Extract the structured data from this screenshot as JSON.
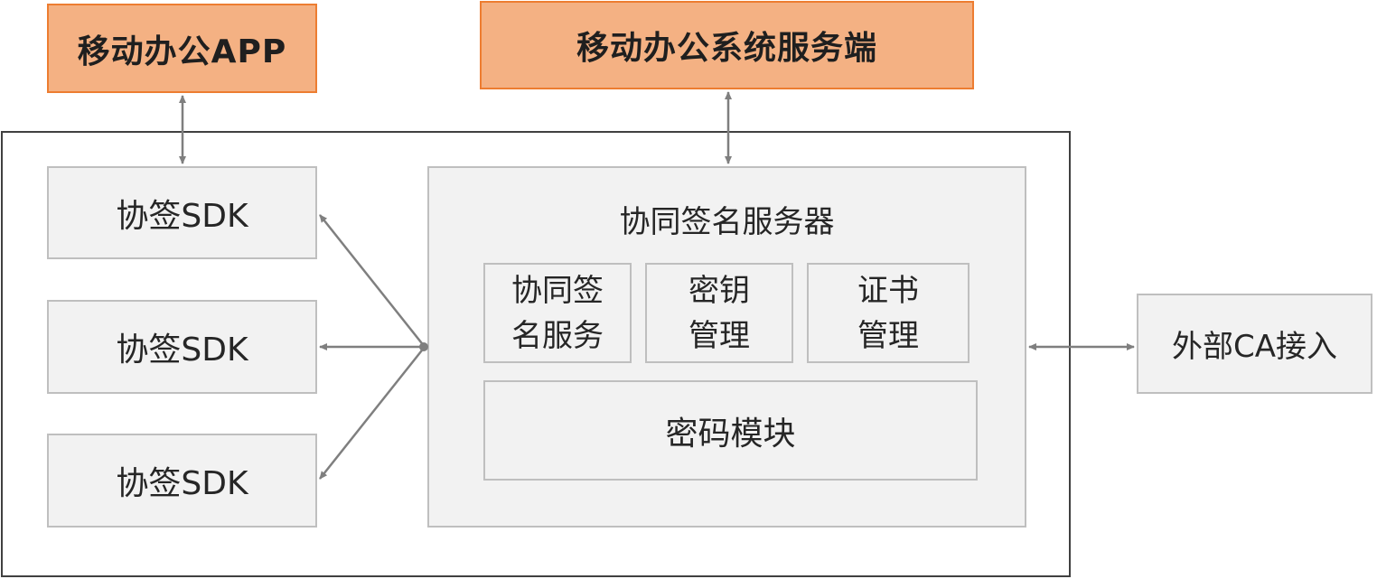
{
  "top": {
    "app_label": "移动办公APP",
    "server_label": "移动办公系统服务端"
  },
  "sdks": [
    {
      "label": "协签SDK"
    },
    {
      "label": "协签SDK"
    },
    {
      "label": "协签SDK"
    }
  ],
  "server": {
    "title": "协同签名服务器",
    "modules": [
      {
        "line1": "协同签",
        "line2": "名服务"
      },
      {
        "line1": "密钥",
        "line2": "管理"
      },
      {
        "line1": "证书",
        "line2": "管理"
      }
    ],
    "crypto_label": "密码模块"
  },
  "external": {
    "label": "外部CA接入"
  },
  "colors": {
    "orange_fill": "#f4b183",
    "orange_border": "#ed7d31",
    "grey_fill": "#f2f2f2",
    "grey_border": "#bfbfbf",
    "outer_border": "#404040",
    "arrow": "#7f7f7f"
  }
}
